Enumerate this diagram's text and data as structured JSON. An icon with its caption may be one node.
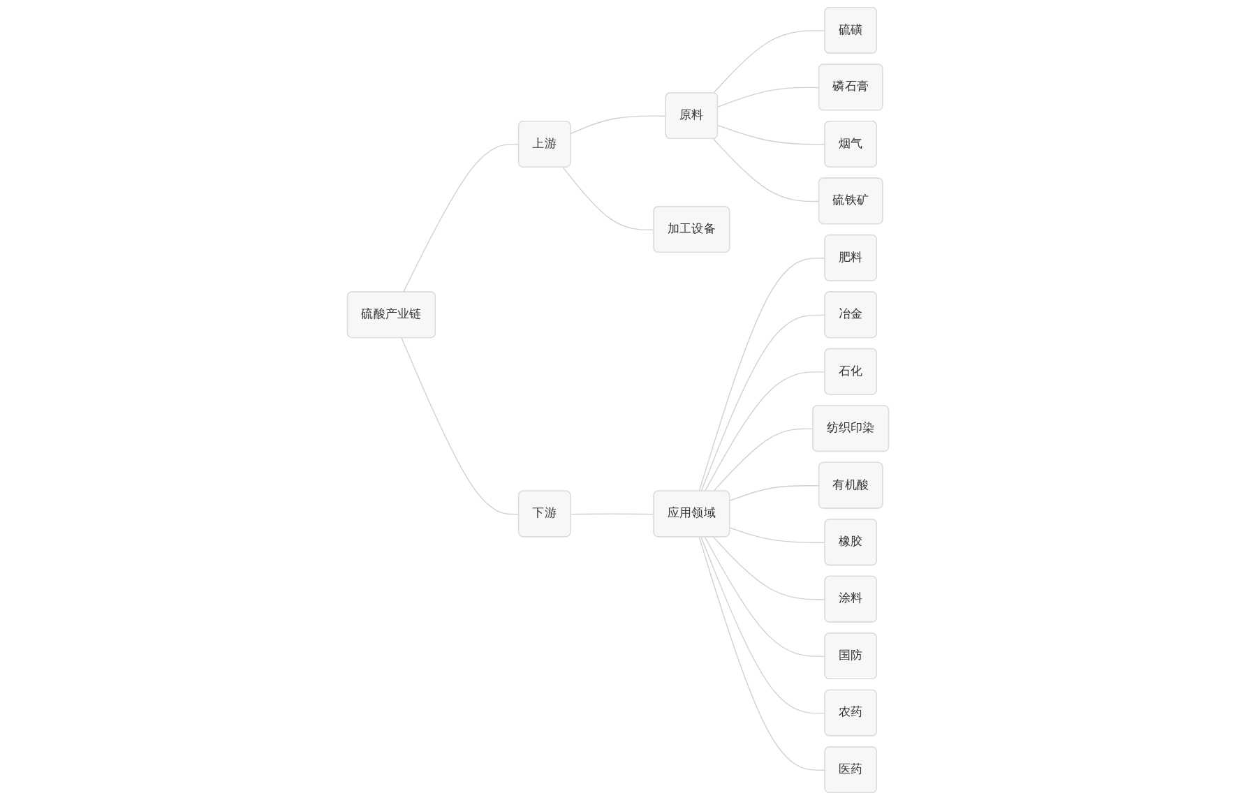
{
  "diagram": {
    "nodes": [
      {
        "text": [
          "硫酸产业链"
        ]
      },
      {
        "text": [
          "上游"
        ]
      },
      {
        "text": [
          "原料"
        ]
      },
      {
        "text": [
          "硫磺"
        ]
      },
      {
        "text": [
          "磷石膏"
        ]
      },
      {
        "text": [
          "烟气"
        ]
      },
      {
        "text": [
          "硫铁矿"
        ]
      },
      {
        "text": [
          "加工设备"
        ]
      },
      {
        "text": [
          "下游"
        ]
      },
      {
        "text": [
          "应用领域"
        ]
      },
      {
        "text": [
          "肥料"
        ]
      },
      {
        "text": [
          "冶金"
        ]
      },
      {
        "text": [
          "石化"
        ]
      },
      {
        "text": [
          "纺织印染"
        ]
      },
      {
        "text": [
          "有机酸"
        ]
      },
      {
        "text": [
          "橡胶"
        ]
      },
      {
        "text": [
          "涂料"
        ]
      },
      {
        "text": [
          "国防"
        ]
      },
      {
        "text": [
          "农药"
        ]
      },
      {
        "text": [
          "医药"
        ]
      }
    ],
    "edges": [
      {
        "from": 0,
        "to": 1,
        "arrow": "none"
      },
      {
        "from": 0,
        "to": 8,
        "arrow": "none"
      },
      {
        "from": 1,
        "to": 2,
        "arrow": "none"
      },
      {
        "from": 1,
        "to": 7,
        "arrow": "none"
      },
      {
        "from": 2,
        "to": 3,
        "arrow": "none"
      },
      {
        "from": 2,
        "to": 4,
        "arrow": "none"
      },
      {
        "from": 2,
        "to": 5,
        "arrow": "none"
      },
      {
        "from": 2,
        "to": 6,
        "arrow": "none"
      },
      {
        "from": 8,
        "to": 9,
        "arrow": "none"
      },
      {
        "from": 9,
        "to": 10,
        "arrow": "none"
      },
      {
        "from": 9,
        "to": 11,
        "arrow": "none"
      },
      {
        "from": 9,
        "to": 12,
        "arrow": "none"
      },
      {
        "from": 9,
        "to": 13,
        "arrow": "none"
      },
      {
        "from": 9,
        "to": 14,
        "arrow": "none"
      },
      {
        "from": 9,
        "to": 15,
        "arrow": "none"
      },
      {
        "from": 9,
        "to": 16,
        "arrow": "none"
      },
      {
        "from": 9,
        "to": 17,
        "arrow": "none"
      },
      {
        "from": 9,
        "to": 18,
        "arrow": "none"
      },
      {
        "from": 9,
        "to": 19,
        "arrow": "none"
      }
    ]
  }
}
